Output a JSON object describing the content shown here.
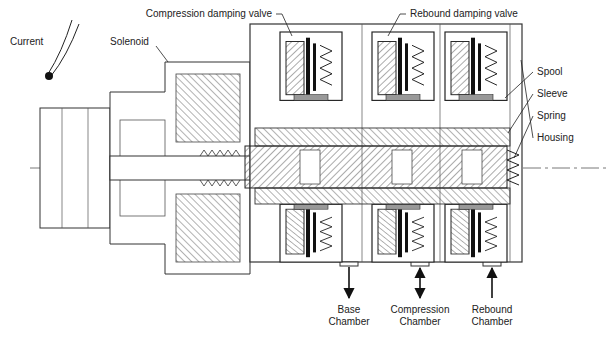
{
  "diagram": {
    "labels": [
      "Compression damping valve",
      "Rebound damping valve",
      "Current",
      "Solenoid",
      "Spool",
      "Sleeve",
      "Spring",
      "Housing",
      "Base Chamber",
      "Compression Chamber",
      "Rebound Chamber"
    ]
  }
}
